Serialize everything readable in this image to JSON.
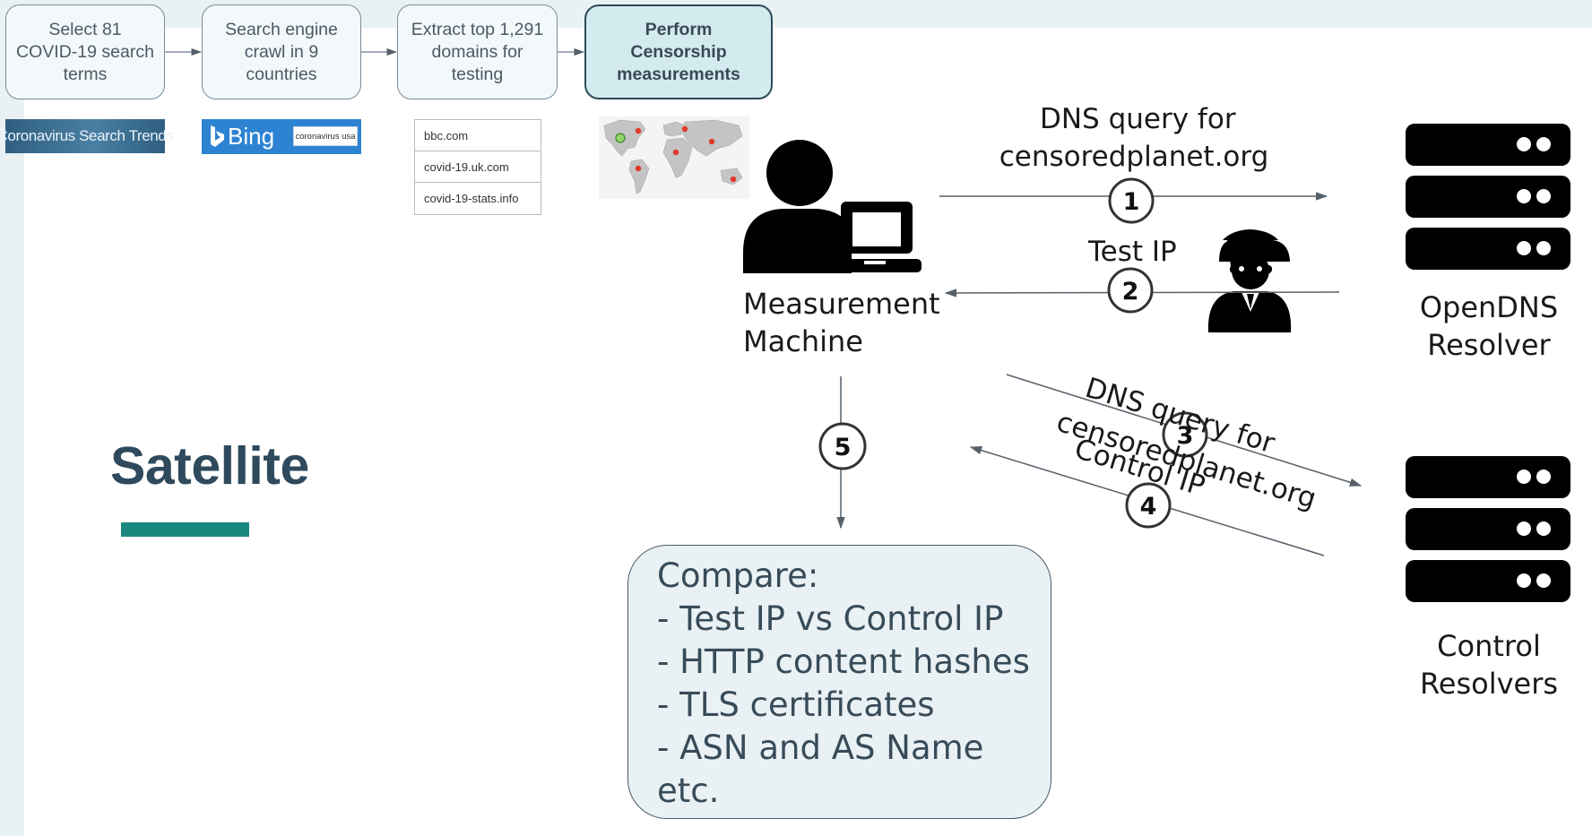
{
  "pipeline": {
    "steps": [
      {
        "lines": [
          "Select 81",
          "COVID-19 search",
          "terms"
        ]
      },
      {
        "lines": [
          "Search engine",
          "crawl in 9",
          "countries"
        ]
      },
      {
        "lines": [
          "Extract top 1,291",
          "domains for",
          "testing"
        ]
      },
      {
        "lines": [
          "Perform",
          "Censorship",
          "measurements"
        ]
      }
    ],
    "trends_banner": "Coronavirus Search Trends",
    "bing": {
      "logo": "Bing",
      "query": "coronavirus usa"
    },
    "domains": [
      "bbc.com",
      "covid-19.uk.com",
      "covid-19-stats.info"
    ]
  },
  "title": "Satellite",
  "diagram": {
    "measurement_machine": [
      "Measurement",
      "Machine"
    ],
    "opendns_resolver": [
      "OpenDNS",
      "Resolver"
    ],
    "control_resolvers": [
      "Control",
      "Resolvers"
    ],
    "arrows": {
      "dns_query_1": [
        "DNS query for",
        "censoredplanet.org"
      ],
      "test_ip": "Test IP",
      "dns_query_3": [
        "DNS query for",
        "censoredplanet.org"
      ],
      "control_ip": "Control IP"
    },
    "steps": [
      "1",
      "2",
      "3",
      "4",
      "5"
    ]
  },
  "compare": {
    "lines": [
      "Compare:",
      "- Test IP vs Control IP",
      "- HTTP content hashes",
      "- TLS certificates",
      "- ASN and AS Name",
      "etc."
    ]
  },
  "colors": {
    "accent_teal": "#1b8880",
    "title": "#2e4a5c",
    "active_step_fill": "#d3ebef",
    "background_band": "#e9f1f4"
  }
}
